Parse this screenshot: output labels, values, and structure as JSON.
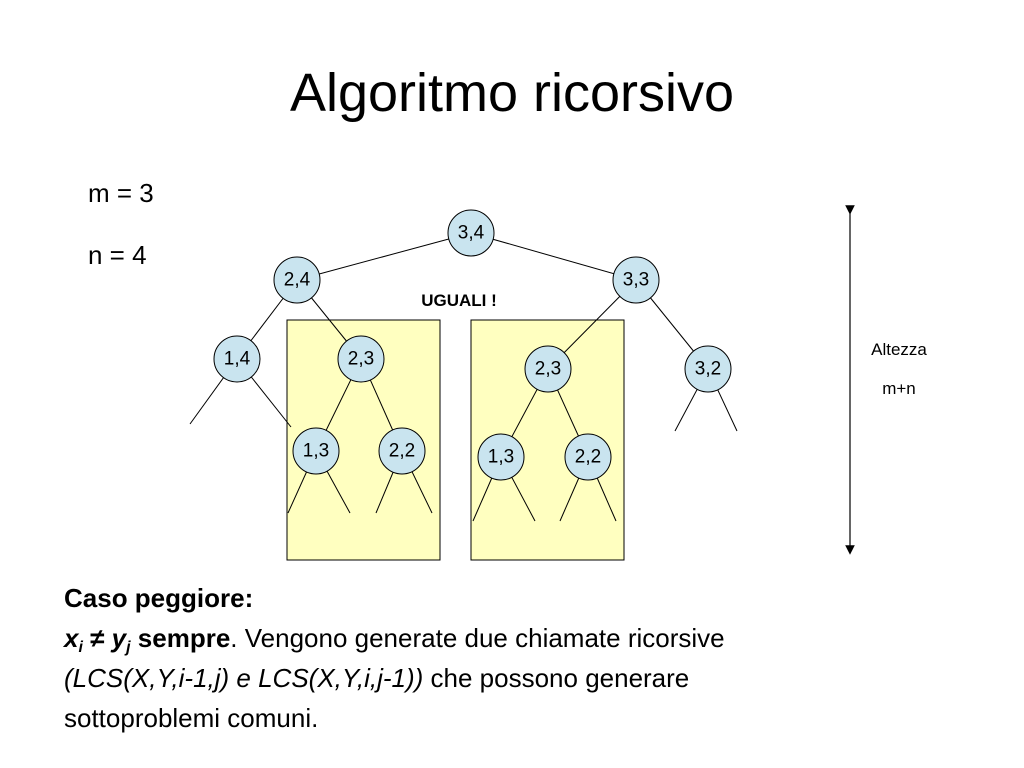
{
  "slide": {
    "title": "Algoritmo ricorsivo",
    "params": {
      "m": "m = 3",
      "n": "n = 4"
    }
  },
  "tree": {
    "nodes": {
      "root": "3,4",
      "l": "2,4",
      "r": "3,3",
      "ll": "1,4",
      "lr": "2,3",
      "rl": "2,3",
      "rr": "3,2",
      "lrl": "1,3",
      "lrr": "2,2",
      "rll": "1,3",
      "rlr": "2,2"
    },
    "equal_label": "UGUALI !",
    "height_label": "Altezza",
    "height_value": "m+n",
    "colors": {
      "node_fill": "#c9e4ef",
      "box_fill": "#ffffc0",
      "stroke": "#000000"
    }
  },
  "text": {
    "heading": "Caso peggiore:",
    "x": "x",
    "x_sub": "i",
    "neq": " ≠ ",
    "y": "y",
    "y_sub": "j",
    "always": " sempre",
    "sentence1": ". Vengono generate due chiamate ricorsive",
    "calls": "(LCS(X,Y,i-1,j) e LCS(X,Y,i,j-1))",
    "sentence2": " che possono generare",
    "sentence3": "sottoproblemi comuni."
  }
}
